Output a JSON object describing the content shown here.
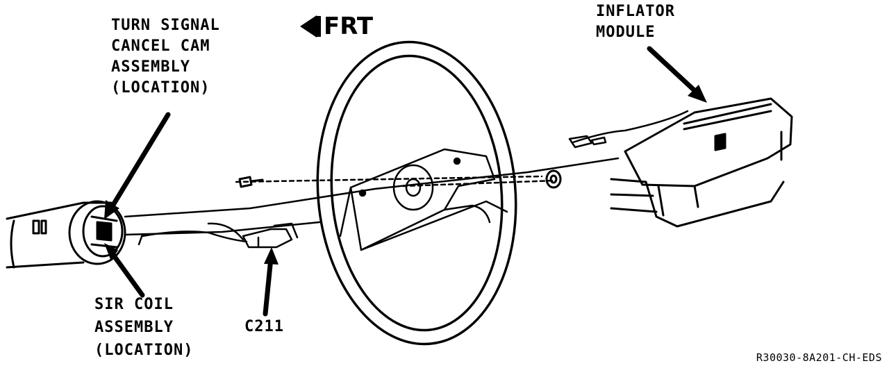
{
  "direction_indicator": {
    "label": "FRT"
  },
  "labels": {
    "turn_signal": [
      "TURN SIGNAL",
      "CANCEL CAM",
      "ASSEMBLY",
      "(LOCATION)"
    ],
    "inflator": [
      "INFLATOR",
      "MODULE"
    ],
    "sir_coil": [
      "SIR COIL",
      "ASSEMBLY",
      "(LOCATION)"
    ],
    "connector": "C211"
  },
  "reference_code": "R30030-8A201-CH-EDS"
}
